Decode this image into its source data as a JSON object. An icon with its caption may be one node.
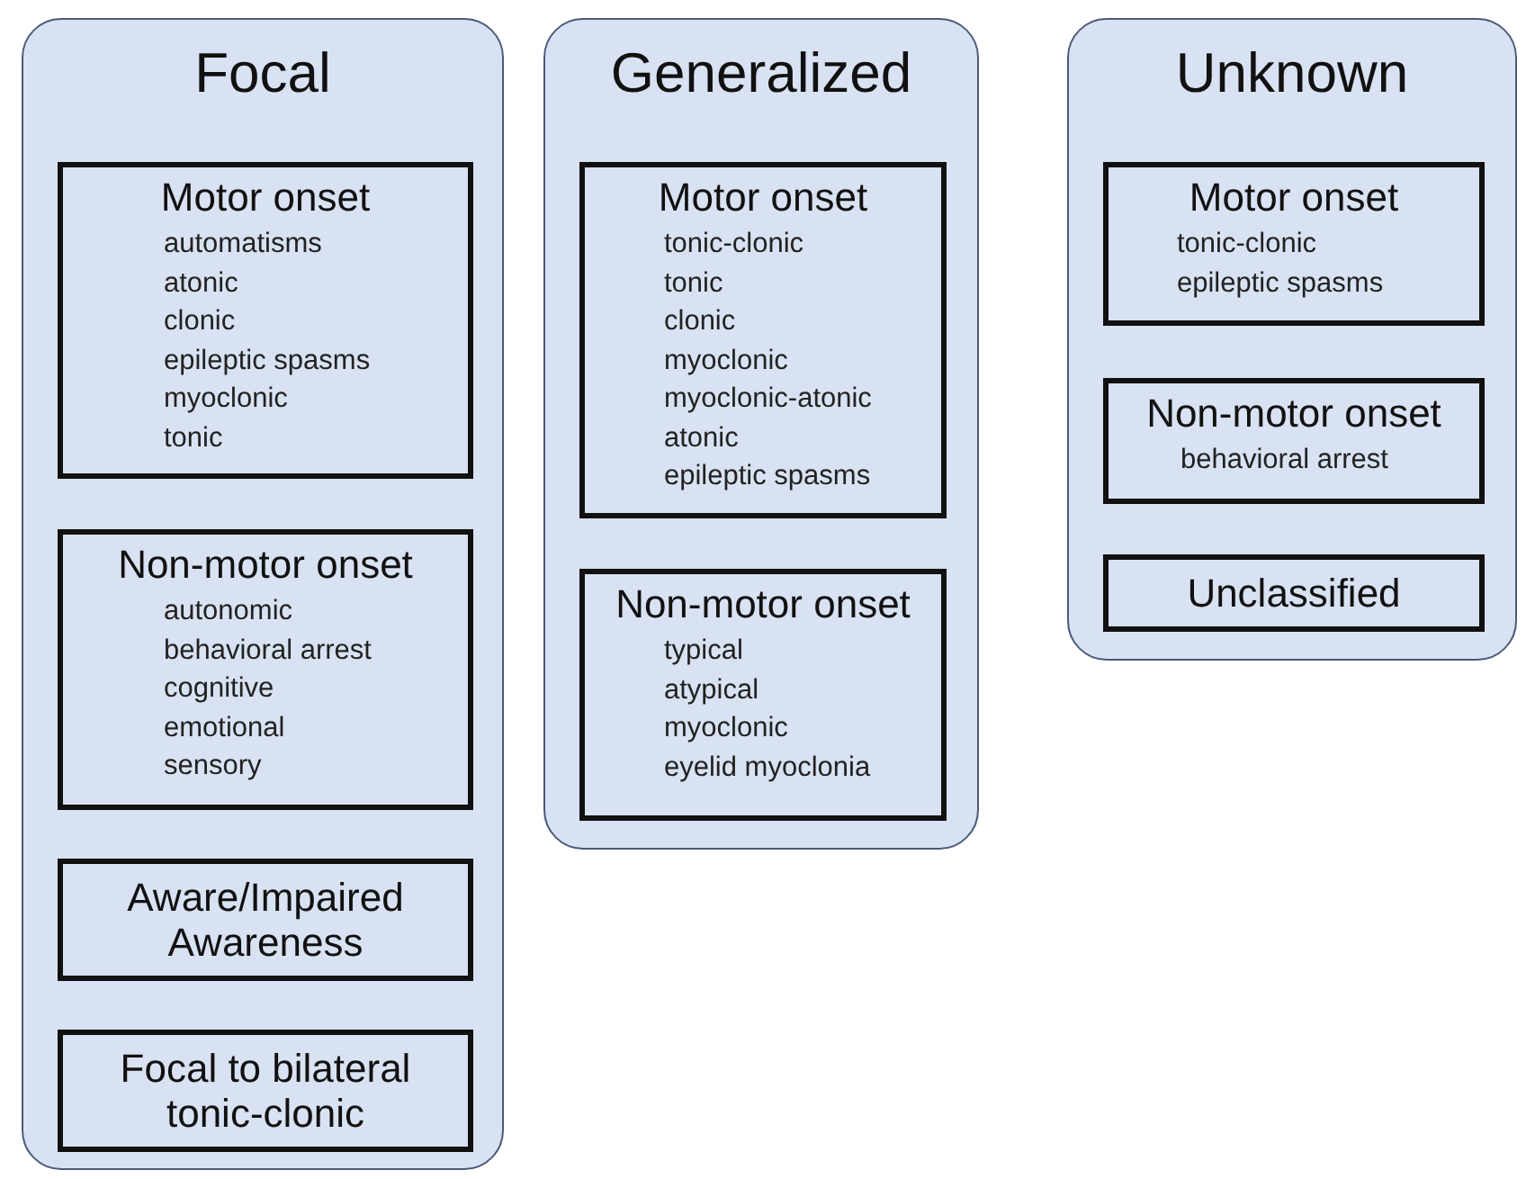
{
  "diagram": {
    "nodes": [
      {
        "text": [
          "Focal"
        ]
      },
      {
        "text": [
          "Motor onset",
          "automatisms",
          "atonic",
          "clonic",
          "epileptic spasms",
          "myoclonic",
          "tonic"
        ],
        "in": 0
      },
      {
        "text": [
          "Non-motor onset",
          "autonomic",
          "behavioral arrest",
          "cognitive",
          "emotional",
          "sensory"
        ],
        "in": 0
      },
      {
        "text": [
          "Aware/Impaired Awareness"
        ],
        "in": 0
      },
      {
        "text": [
          "Focal to bilateral tonic-clonic"
        ],
        "in": 0
      },
      {
        "text": [
          "Generalized"
        ]
      },
      {
        "text": [
          "Motor onset",
          "tonic-clonic",
          "tonic",
          "clonic",
          "myoclonic",
          "myoclonic-atonic",
          "atonic",
          "epileptic spasms"
        ],
        "in": 5
      },
      {
        "text": [
          "Non-motor onset",
          "typical",
          "atypical",
          "myoclonic",
          "eyelid myoclonia"
        ],
        "in": 5
      },
      {
        "text": [
          "Unknown"
        ]
      },
      {
        "text": [
          "Motor onset",
          "tonic-clonic",
          "epileptic spasms"
        ],
        "in": 8
      },
      {
        "text": [
          "Non-motor onset",
          "behavioral arrest"
        ],
        "in": 8
      },
      {
        "text": [
          "Unclassified"
        ],
        "in": 8
      }
    ]
  }
}
